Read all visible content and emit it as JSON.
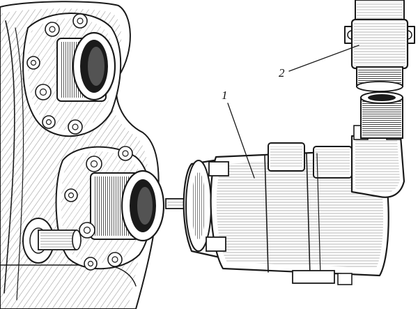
{
  "figure": {
    "callouts": [
      {
        "id": "1",
        "label": "1"
      },
      {
        "id": "2",
        "label": "2"
      }
    ],
    "colors": {
      "ink": "#1a1a1a",
      "paper": "#ffffff"
    }
  }
}
